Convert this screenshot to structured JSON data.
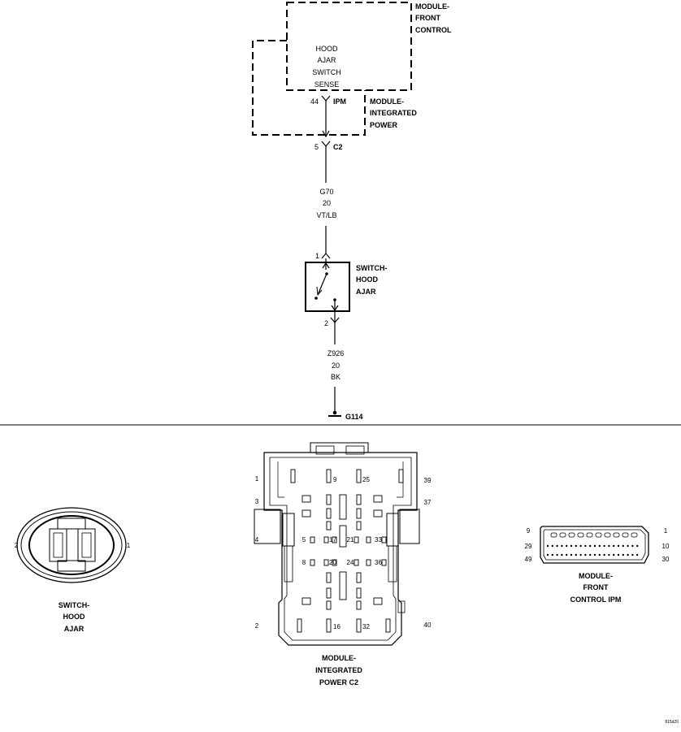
{
  "schematic": {
    "fcm_label": [
      "MODULE-",
      "FRONT",
      "CONTROL"
    ],
    "ipm_label": [
      "MODULE-",
      "INTEGRATED",
      "POWER"
    ],
    "sense_label": [
      "HOOD",
      "AJAR",
      "SWITCH",
      "SENSE"
    ],
    "ipm_pin": "44",
    "ipm_conn": "IPM",
    "c2_pin": "5",
    "c2_conn": "C2",
    "wire1": [
      "G70",
      "20",
      "VT/LB"
    ],
    "switch_pin1": "1",
    "switch_pin2": "2",
    "switch_label": [
      "SWITCH-",
      "HOOD",
      "AJAR"
    ],
    "wire2": [
      "Z926",
      "20",
      "BK"
    ],
    "ground": "G114"
  },
  "connectors": {
    "hood_switch": {
      "pin_left": "2",
      "pin_right": "1",
      "label": [
        "SWITCH-",
        "HOOD",
        "AJAR"
      ]
    },
    "ipm_c2": {
      "outer_left": [
        "1",
        "3",
        "4",
        "2"
      ],
      "outer_right": [
        "39",
        "37",
        "40"
      ],
      "inner": [
        "9",
        "25",
        "5",
        "17",
        "21",
        "33",
        "8",
        "20",
        "24",
        "36",
        "16",
        "32"
      ],
      "label": [
        "MODULE-",
        "INTEGRATED",
        "POWER C2"
      ]
    },
    "fcm_ipm": {
      "left": [
        "9",
        "29",
        "49"
      ],
      "right": [
        "1",
        "10",
        "30"
      ],
      "label": [
        "MODULE-",
        "FRONT",
        "CONTROL IPM"
      ]
    }
  },
  "figure_id": "815d20"
}
